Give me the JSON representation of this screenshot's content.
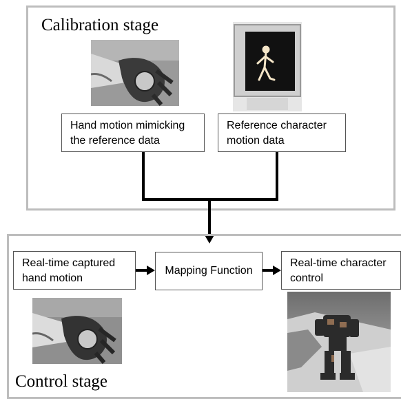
{
  "calibration": {
    "title": "Calibration stage",
    "box_hand": "Hand motion mimicking the reference data",
    "box_hand_line1": "Hand motion mimicking",
    "box_hand_line2": "the reference data",
    "box_ref_line1": "Reference character",
    "box_ref_line2": "motion data"
  },
  "control": {
    "title": "Control stage",
    "box_capture_line1": "Real-time captured",
    "box_capture_line2": "hand motion",
    "box_mapping": "Mapping Function",
    "box_control_line1": "Real-time character",
    "box_control_line2": "control"
  },
  "images": {
    "hand_top": "photo of glove-tracked hand",
    "monitor": "CRT monitor showing stick figure",
    "hand_bottom": "photo of glove-tracked hand",
    "robot": "rendered robot character"
  },
  "colors": {
    "frame": "#bdbdbd",
    "box_border": "#555555",
    "connector": "#000000"
  }
}
